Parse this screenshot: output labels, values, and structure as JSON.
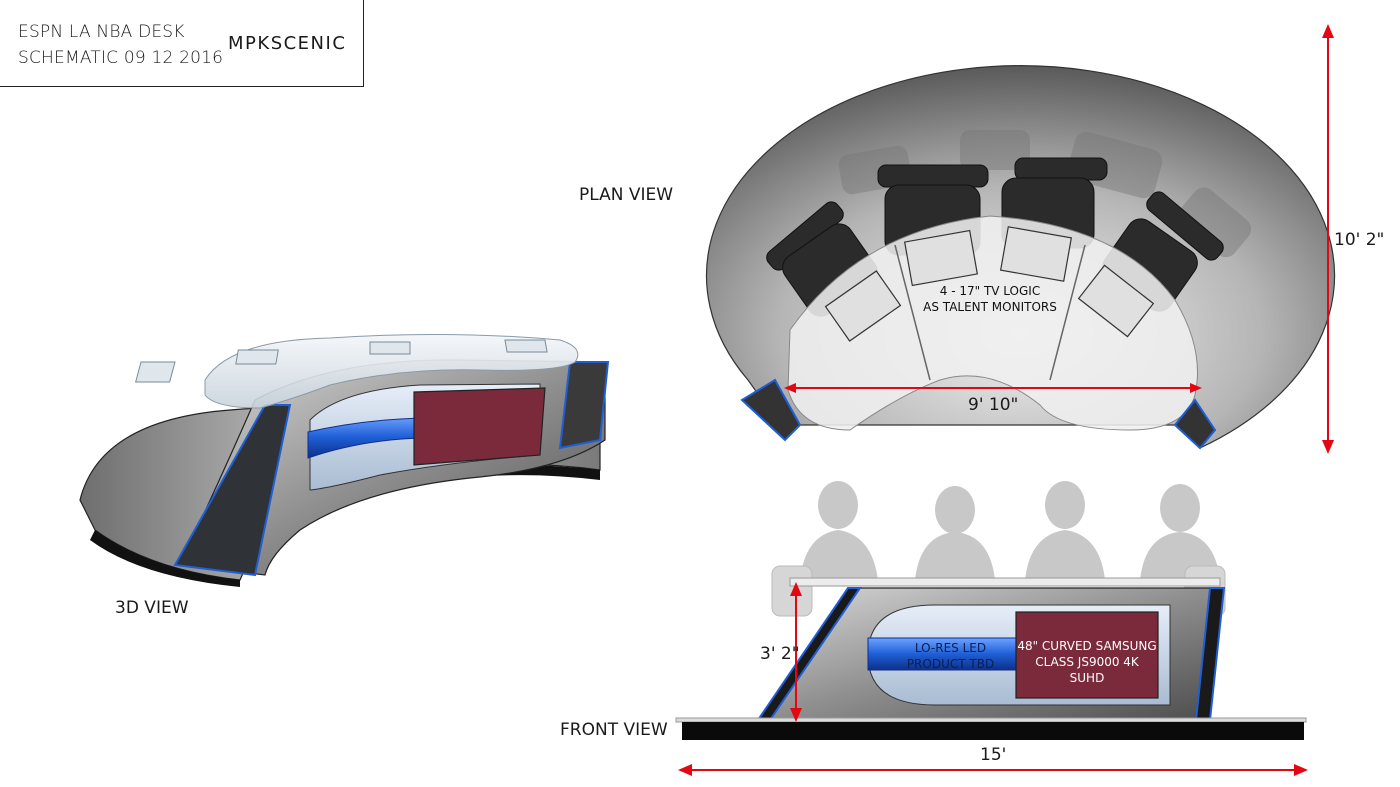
{
  "title_block": {
    "line1": "ESPN LA NBA DESK",
    "line2": "SCHEMATIC 09 12 2016",
    "brand": "MPKSCENIC"
  },
  "views": {
    "plan": "PLAN VIEW",
    "three_d": "3D VIEW",
    "front": "FRONT VIEW"
  },
  "dimensions": {
    "plan_depth": "10' 2\"",
    "plan_width": "9' 10\"",
    "front_height": "3' 2\"",
    "front_width": "15'"
  },
  "annotations": {
    "monitors_line1": "4 - 17\" TV LOGIC",
    "monitors_line2": "AS TALENT MONITORS",
    "led_line1": "LO-RES LED",
    "led_line2": "PRODUCT TBD",
    "screen_line1": "48\" CURVED SAMSUNG",
    "screen_line2": "CLASS JS9000 4K SUHD"
  },
  "colors": {
    "dimension_arrow": "#e30613",
    "screen_fill": "#7a2a3a",
    "led_blue": "#1f5fd6",
    "desk_grey": "#8a8a8a"
  }
}
